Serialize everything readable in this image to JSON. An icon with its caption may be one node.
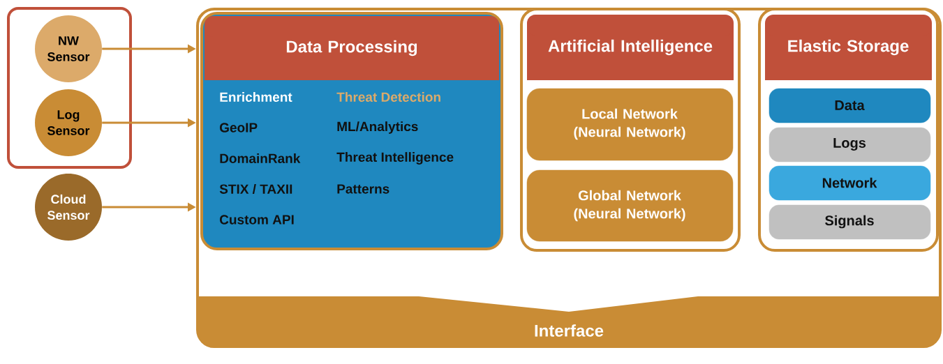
{
  "diagram": {
    "nodes": [
      {
        "text": [],
        "shape": "box"
      },
      {
        "text": [
          "NW Sensor"
        ],
        "in": 0
      },
      {
        "text": [
          "Log Sensor"
        ],
        "in": 0
      },
      {
        "text": [
          "Cloud Sensor"
        ]
      },
      {
        "text": [
          "Interface"
        ]
      },
      {
        "text": [
          "Data Processing",
          "Enrichment",
          "Threat Detection",
          "GeoIP",
          "ML/Analytics",
          "DomainRank",
          "Threat Intelligence",
          "STIX / TAXII",
          "Patterns",
          "Custom API"
        ],
        "in": 4
      },
      {
        "text": [
          "Artificial Intelligence"
        ],
        "in": 4
      },
      {
        "text": [
          "Local Network (Neural Network)"
        ],
        "in": 6
      },
      {
        "text": [
          "Global Network (Neural Network)"
        ],
        "in": 6
      },
      {
        "text": [
          "Elastic Storage"
        ],
        "in": 4
      },
      {
        "text": [
          "Data"
        ],
        "in": 9
      },
      {
        "text": [
          "Logs"
        ],
        "in": 9
      },
      {
        "text": [
          "Network"
        ],
        "in": 9
      },
      {
        "text": [
          "Signals"
        ],
        "in": 9
      }
    ],
    "edges": [
      {
        "from": 1,
        "to": 5,
        "arrow": "to"
      },
      {
        "from": 2,
        "to": 5,
        "arrow": "to"
      },
      {
        "from": 3,
        "to": 5,
        "arrow": "to"
      }
    ]
  }
}
